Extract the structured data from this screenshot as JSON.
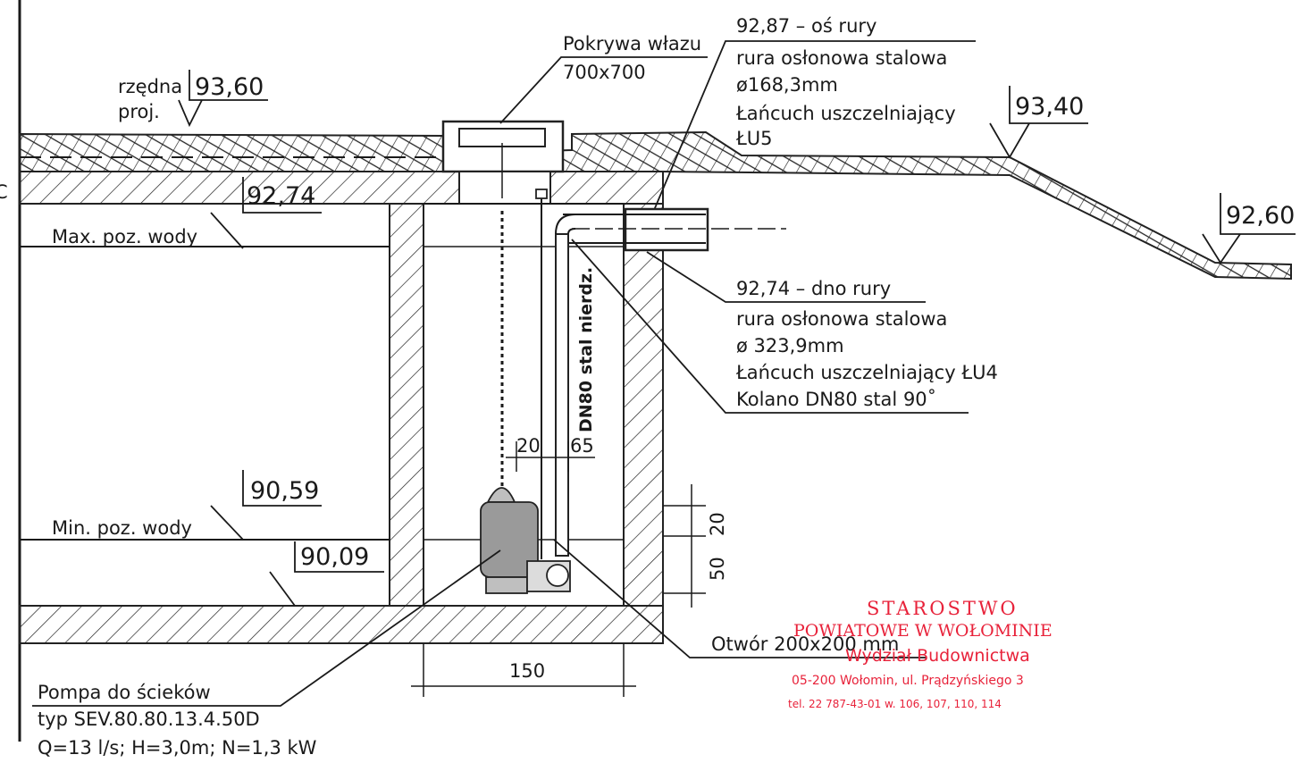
{
  "levels": {
    "design_level_label_1": "rzędna",
    "design_level_label_2": "proj.",
    "design_level": "93,60",
    "ceiling_level": "92,74",
    "max_water_label": "Max. poz. wody",
    "min_water_label": "Min. poz. wody",
    "min_water_level": "90,59",
    "bottom_level": "90,09",
    "terrain_right_1": "93,40",
    "terrain_right_2": "92,60"
  },
  "cover": {
    "line1": "Pokrywa włazu",
    "line2": "700x700"
  },
  "inlet_pipe": {
    "line1": "92,87 – oś rury",
    "line2": "rura osłonowa stalowa",
    "line3": "ø168,3mm",
    "line4": "Łańcuch uszczelniający",
    "line5": "ŁU5"
  },
  "outlet_pipe": {
    "line1": "92,74 – dno rury",
    "line2": "rura osłonowa stalowa",
    "line3": "ø 323,9mm",
    "line4": "Łańcuch uszczelniający ŁU4",
    "line5": "Kolano DN80 stal 90˚"
  },
  "riser_label": "DN80 stal nierdz.",
  "dimensions": {
    "d20a": "20",
    "d65": "65",
    "d20b": "20",
    "d50": "50",
    "d150": "150"
  },
  "opening": "Otwór 200x200 mm",
  "pump": {
    "line1": "Pompa do ścieków",
    "line2": "typ SEV.80.80.13.4.50D",
    "line3": "Q=13 l/s; H=3,0m; N=1,3 kW"
  },
  "stamp": {
    "line1": "STAROSTWO",
    "line2": "POWIATOWE W WOŁOMINIE",
    "line3": "Wydział Budownictwa",
    "line4": "05-200 Wołomin, ul. Prądzyńskiego 3",
    "line5": "tel. 22 787-43-01  w. 106, 107, 110, 114",
    "color": "#e8223a"
  },
  "edge_letter": "C"
}
